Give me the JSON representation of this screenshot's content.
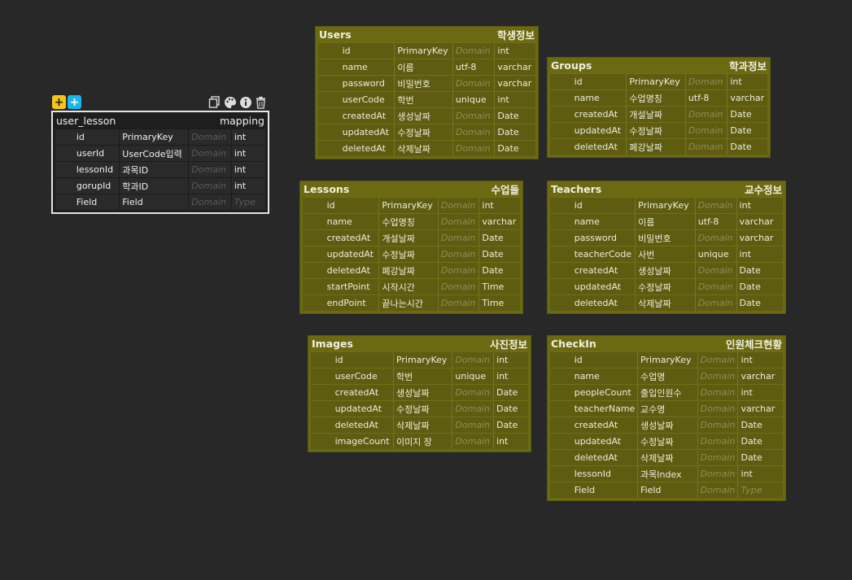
{
  "mapping_table": {
    "name": "user_lesson",
    "label": "mapping",
    "add_buttons": [
      "+",
      "+"
    ],
    "rows": [
      {
        "name": "id",
        "key": "PrimaryKey",
        "domain": "Domain",
        "type": "int"
      },
      {
        "name": "userId",
        "key": "UserCode입력",
        "domain": "Domain",
        "type": "int"
      },
      {
        "name": "lessonId",
        "key": "과목ID",
        "domain": "Domain",
        "type": "int"
      },
      {
        "name": "gorupId",
        "key": "학과ID",
        "domain": "Domain",
        "type": "int"
      },
      {
        "name": "Field",
        "key": "Field",
        "domain": "Domain",
        "type": "Type"
      }
    ]
  },
  "users": {
    "name": "Users",
    "label": "학생정보",
    "rows": [
      {
        "name": "id",
        "key": "PrimaryKey",
        "domain": "Domain",
        "type": "int"
      },
      {
        "name": "name",
        "key": "이름",
        "domain": "utf-8",
        "type": "varchar"
      },
      {
        "name": "password",
        "key": "비밀번호",
        "domain": "Domain",
        "type": "varchar"
      },
      {
        "name": "userCode",
        "key": "학번",
        "domain": "unique",
        "type": "int"
      },
      {
        "name": "createdAt",
        "key": "생성날짜",
        "domain": "Domain",
        "type": "Date"
      },
      {
        "name": "updatedAt",
        "key": "수정날짜",
        "domain": "Domain",
        "type": "Date"
      },
      {
        "name": "deletedAt",
        "key": "삭제날짜",
        "domain": "Domain",
        "type": "Date"
      }
    ]
  },
  "groups": {
    "name": "Groups",
    "label": "학과정보",
    "rows": [
      {
        "name": "id",
        "key": "PrimaryKey",
        "domain": "Domain",
        "type": "int"
      },
      {
        "name": "name",
        "key": "수업명칭",
        "domain": "utf-8",
        "type": "varchar"
      },
      {
        "name": "createdAt",
        "key": "개설날짜",
        "domain": "Domain",
        "type": "Date"
      },
      {
        "name": "updatedAt",
        "key": "수정날짜",
        "domain": "Domain",
        "type": "Date"
      },
      {
        "name": "deletedAt",
        "key": "폐강날짜",
        "domain": "Domain",
        "type": "Date"
      }
    ]
  },
  "lessons": {
    "name": "Lessons",
    "label": "수업들",
    "rows": [
      {
        "name": "id",
        "key": "PrimaryKey",
        "domain": "Domain",
        "type": "int"
      },
      {
        "name": "name",
        "key": "수업명칭",
        "domain": "Domain",
        "type": "varchar"
      },
      {
        "name": "createdAt",
        "key": "개설날짜",
        "domain": "Domain",
        "type": "Date"
      },
      {
        "name": "updatedAt",
        "key": "수정날짜",
        "domain": "Domain",
        "type": "Date"
      },
      {
        "name": "deletedAt",
        "key": "폐강날짜",
        "domain": "Domain",
        "type": "Date"
      },
      {
        "name": "startPoint",
        "key": "시작시간",
        "domain": "Domain",
        "type": "Time"
      },
      {
        "name": "endPoint",
        "key": "끝나는시간",
        "domain": "Domain",
        "type": "Time"
      }
    ]
  },
  "teachers": {
    "name": "Teachers",
    "label": "교수정보",
    "rows": [
      {
        "name": "id",
        "key": "PrimaryKey",
        "domain": "Domain",
        "type": "int"
      },
      {
        "name": "name",
        "key": "이름",
        "domain": "utf-8",
        "type": "varchar"
      },
      {
        "name": "password",
        "key": "비밀번호",
        "domain": "Domain",
        "type": "varchar"
      },
      {
        "name": "teacherCode",
        "key": "사번",
        "domain": "unique",
        "type": "int"
      },
      {
        "name": "createdAt",
        "key": "생성날짜",
        "domain": "Domain",
        "type": "Date"
      },
      {
        "name": "updatedAt",
        "key": "수정날짜",
        "domain": "Domain",
        "type": "Date"
      },
      {
        "name": "deletedAt",
        "key": "삭제날짜",
        "domain": "Domain",
        "type": "Date"
      }
    ]
  },
  "images": {
    "name": "Images",
    "label": "사진정보",
    "rows": [
      {
        "name": "id",
        "key": "PrimaryKey",
        "domain": "Domain",
        "type": "int"
      },
      {
        "name": "userCode",
        "key": "학번",
        "domain": "unique",
        "type": "int"
      },
      {
        "name": "createdAt",
        "key": "생성날짜",
        "domain": "Domain",
        "type": "Date"
      },
      {
        "name": "updatedAt",
        "key": "수정날짜",
        "domain": "Domain",
        "type": "Date"
      },
      {
        "name": "deletedAt",
        "key": "삭제날짜",
        "domain": "Domain",
        "type": "Date"
      },
      {
        "name": "imageCount",
        "key": "이미지 장",
        "domain": "Domain",
        "type": "int"
      }
    ]
  },
  "checkin": {
    "name": "CheckIn",
    "label": "인원체크현황",
    "rows": [
      {
        "name": "id",
        "key": "PrimaryKey",
        "domain": "Domain",
        "type": "int"
      },
      {
        "name": "name",
        "key": "수업명",
        "domain": "Domain",
        "type": "varchar"
      },
      {
        "name": "peopleCount",
        "key": "출입인원수",
        "domain": "Domain",
        "type": "int"
      },
      {
        "name": "teacherName",
        "key": "교수명",
        "domain": "Domain",
        "type": "varchar"
      },
      {
        "name": "createdAt",
        "key": "생성날짜",
        "domain": "Domain",
        "type": "Date"
      },
      {
        "name": "updatedAt",
        "key": "수정날짜",
        "domain": "Domain",
        "type": "Date"
      },
      {
        "name": "deletedAt",
        "key": "삭제날짜",
        "domain": "Domain",
        "type": "Date"
      },
      {
        "name": "lessonId",
        "key": "과목Index",
        "domain": "Domain",
        "type": "int"
      },
      {
        "name": "Field",
        "key": "Field",
        "domain": "Domain",
        "type": "Type"
      }
    ]
  },
  "icons": [
    "copy-icon",
    "palette-icon",
    "info-icon",
    "trash-icon"
  ],
  "colors": {
    "canvas": "#282828",
    "table_olive": "#6b6a13",
    "add_yellow": "#f5c518",
    "add_cyan": "#1ab7ea"
  }
}
